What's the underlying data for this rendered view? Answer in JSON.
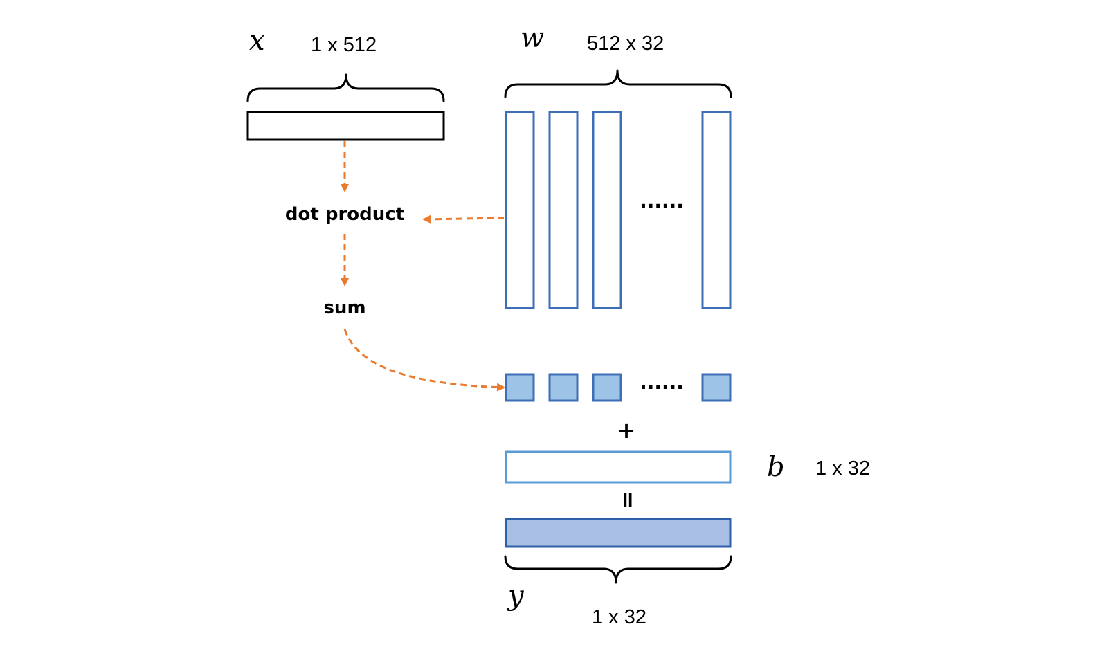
{
  "colors": {
    "arrow": "#E97A2E",
    "column_stroke": "#3D6FB6",
    "result_cell_fill": "#9DC3E6",
    "bias_stroke": "#5B9BD5",
    "output_fill": "#A9BFE3",
    "output_stroke": "#2F5FA8",
    "input_stroke": "#000000"
  },
  "input": {
    "symbol": "x",
    "shape": "1 x 512"
  },
  "weights": {
    "symbol": "w",
    "shape": "512 x 32",
    "ellipsis": "......"
  },
  "operations": {
    "dot_product": "dot product",
    "sum": "sum"
  },
  "result_row": {
    "ellipsis": "......"
  },
  "plus_sign": "+",
  "equals_sign": "=",
  "bias": {
    "symbol": "b",
    "shape": "1 x 32"
  },
  "output": {
    "symbol": "y",
    "shape": "1 x 32"
  }
}
